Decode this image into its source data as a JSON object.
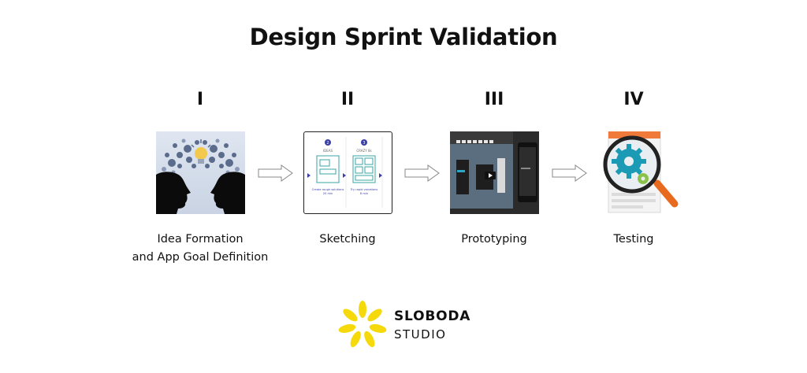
{
  "title": "Design Sprint Validation",
  "steps": [
    {
      "numeral": "I",
      "caption_line1": "Idea Formation",
      "caption_line2": "and App Goal Definition"
    },
    {
      "numeral": "II",
      "caption_line1": "Sketching"
    },
    {
      "numeral": "III",
      "caption_line1": "Prototyping"
    },
    {
      "numeral": "IV",
      "caption_line1": "Testing"
    }
  ],
  "sketch_thumb": {
    "header_a": "IDEAS",
    "header_b": "CRAZY 8s",
    "step_a": "2",
    "step_b": "3",
    "note_a_1": "Create rough solutions",
    "note_a_2": "20 min",
    "note_b_1": "Try rapid variations",
    "note_b_2": "8 min"
  },
  "brand": {
    "name": "SLOBODA",
    "sub": "STUDIO",
    "accent": "#F5D90A"
  }
}
